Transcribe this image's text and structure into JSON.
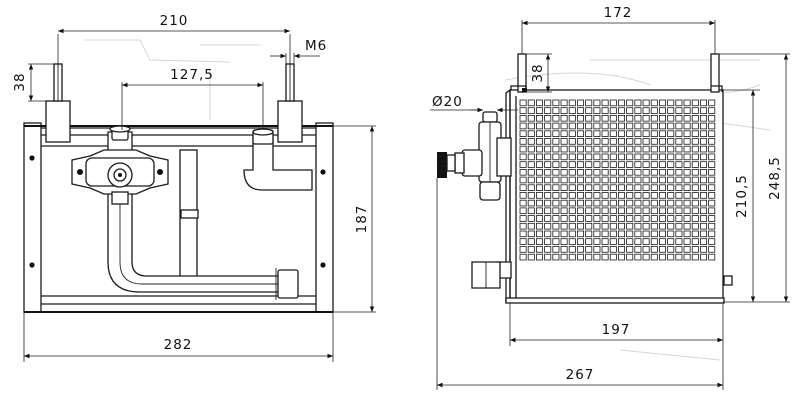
{
  "front_view": {
    "dimensions": {
      "overall_width": "282",
      "pipe_spacing": "210",
      "inner_spacing": "127,5",
      "height": "187",
      "stub_height": "38",
      "thread": "M6"
    }
  },
  "side_view": {
    "dimensions": {
      "top_width": "172",
      "stub_height": "38",
      "pipe_diameter": "Ø20",
      "grille_height": "210,5",
      "total_height": "248,5",
      "grille_width": "197",
      "overall_depth": "267"
    }
  }
}
